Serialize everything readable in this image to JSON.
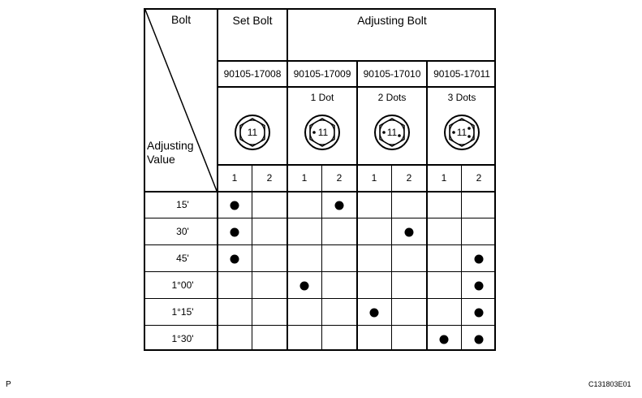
{
  "table": {
    "corner_top": "Bolt",
    "corner_bottom": "Adjusting Value",
    "set_bolt_header": "Set Bolt",
    "adjusting_bolt_header": "Adjusting Bolt",
    "part_numbers": [
      "90105-17008",
      "90105-17009",
      "90105-17010",
      "90105-17011"
    ],
    "marks": [
      "",
      "1 Dot",
      "2 Dots",
      "3 Dots"
    ],
    "head_number": "11",
    "head_dots": [
      0,
      1,
      2,
      3
    ],
    "sub_columns": [
      "1",
      "2",
      "1",
      "2",
      "1",
      "2",
      "1",
      "2"
    ],
    "rows": [
      {
        "value": "15'",
        "cols": [
          1,
          4
        ]
      },
      {
        "value": "30'",
        "cols": [
          1,
          6
        ]
      },
      {
        "value": "45'",
        "cols": [
          1,
          8
        ]
      },
      {
        "value": "1°00'",
        "cols": [
          3,
          8
        ]
      },
      {
        "value": "1°15'",
        "cols": [
          5,
          8
        ]
      },
      {
        "value": "1°30'",
        "cols": [
          7,
          8
        ]
      }
    ]
  },
  "footer": {
    "left": "P",
    "right": "C131803E01"
  }
}
